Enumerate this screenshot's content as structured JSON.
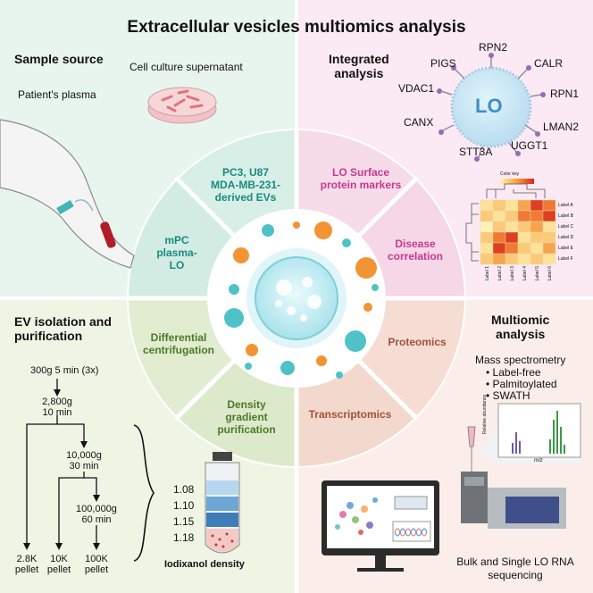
{
  "title": "Extracellular vesicles multiomics analysis",
  "quadrants": {
    "sample_source": {
      "heading": "Sample source",
      "cell_culture": "Cell culture supernatant",
      "plasma": "Patient's plasma"
    },
    "integrated": {
      "heading_l1": "Integrated",
      "heading_l2": "analysis",
      "lo_label": "LO",
      "markers": [
        "RPN2",
        "CALR",
        "PIGS",
        "VDAC1",
        "RPN1",
        "LMAN2",
        "CANX",
        "UGGT1",
        "STT3A"
      ],
      "heatmap_key": "Color key",
      "heatmap_rows": [
        "Label A",
        "Label B",
        "Label C",
        "Label D",
        "Label E",
        "Label F"
      ],
      "heatmap_cols": [
        "Label 1",
        "Label 2",
        "Label 3",
        "Label 4",
        "Label 5",
        "Label 6"
      ]
    },
    "isolation": {
      "heading_l1": "EV isolation and",
      "heading_l2": "purification",
      "step1": "300g 5 min (3x)",
      "step2_l1": "2,800g",
      "step2_l2": "10 min",
      "step3_l1": "10,000g",
      "step3_l2": "30 min",
      "step4_l1": "100,000g",
      "step4_l2": "60 min",
      "pellets": [
        {
          "l1": "2.8K",
          "l2": "pellet"
        },
        {
          "l1": "10K",
          "l2": "pellet"
        },
        {
          "l1": "100K",
          "l2": "pellet"
        }
      ],
      "densities": [
        "1.08",
        "1.10",
        "1.15",
        "1.18"
      ],
      "density_caption": "Iodixanol density"
    },
    "multiomic": {
      "heading_l1": "Multiomic",
      "heading_l2": "analysis",
      "ms_title": "Mass spectrometry",
      "ms_items": [
        "Label-free",
        "Palmitoylated",
        "SWATH"
      ],
      "spectrum_ylabel": "Relative abundance",
      "spectrum_xlabel": "m/z",
      "rna_l1": "Bulk and Single LO RNA",
      "rna_l2": "sequencing"
    }
  },
  "wheel": {
    "pc3": [
      "PC3, U87",
      "MDA-MB-231-",
      "derived EVs"
    ],
    "lo_surface": [
      "LO Surface",
      "protein markers"
    ],
    "mpc": [
      "mPC",
      "plasma-",
      "LO"
    ],
    "disease": [
      "Disease",
      "correlation"
    ],
    "differential": [
      "Differential",
      "centrifugation"
    ],
    "proteomics": [
      "Proteomics"
    ],
    "density": [
      "Density",
      "gradient",
      "purification"
    ],
    "transcriptomics": [
      "Transcriptomics"
    ]
  },
  "colors": {
    "teal": "#1a8a80",
    "pink": "#c8388f",
    "green": "#4a7a2a",
    "brown": "#a0523a",
    "bg_tl": "#e8f5ee",
    "bg_tr": "#fbeaf4",
    "bg_bl": "#edf5e2",
    "bg_br": "#fbeeea"
  }
}
